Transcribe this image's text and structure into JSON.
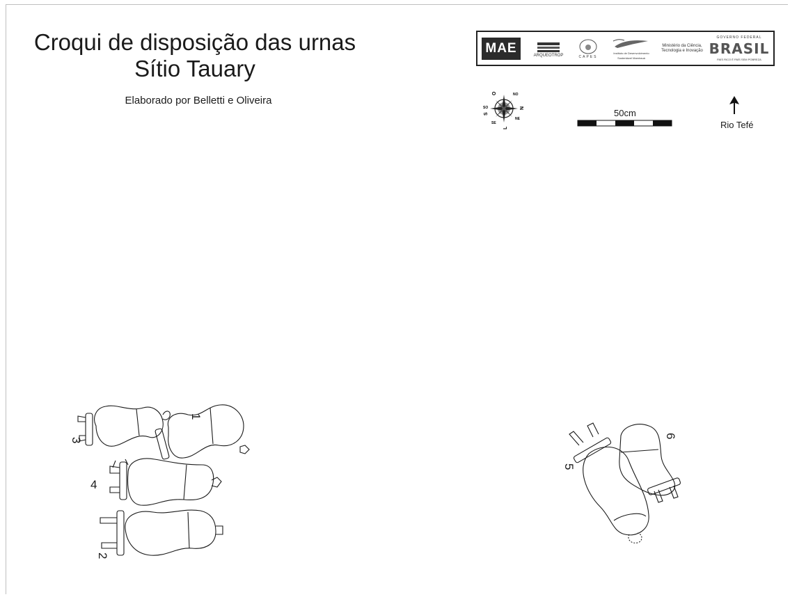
{
  "title_line1": "Croqui de disposição das urnas",
  "title_line2": "Sítio Tauary",
  "author": "Elaborado por Belletti e Oliveira",
  "logos": {
    "mae": "MAE",
    "arqueotrop": "ARQUEOTROP",
    "capes": "CAPES",
    "instituto": "Instituto de Desenvolvimento Sustentável Mamirauá",
    "ministerio": "Ministério da Ciência, Tecnologia e Inovação",
    "governo": "GOVERNO FEDERAL",
    "brasil": "BRASIL",
    "brasil_slogan": "PAÍS RICO É PAÍS SEM POBREZA"
  },
  "compass": {
    "n": "N",
    "s": "S",
    "l": "L",
    "o": "O",
    "ne": "NE",
    "no": "NO",
    "se": "SE",
    "so": "SO"
  },
  "scale_label": "50cm",
  "river_label": "Rio Tefé",
  "urn_labels": [
    "1",
    "2",
    "3",
    "4",
    "5",
    "6"
  ],
  "colors": {
    "ink": "#1a1a1a",
    "frame": "#bfbfbf",
    "logo_dark": "#2b2b2b"
  }
}
